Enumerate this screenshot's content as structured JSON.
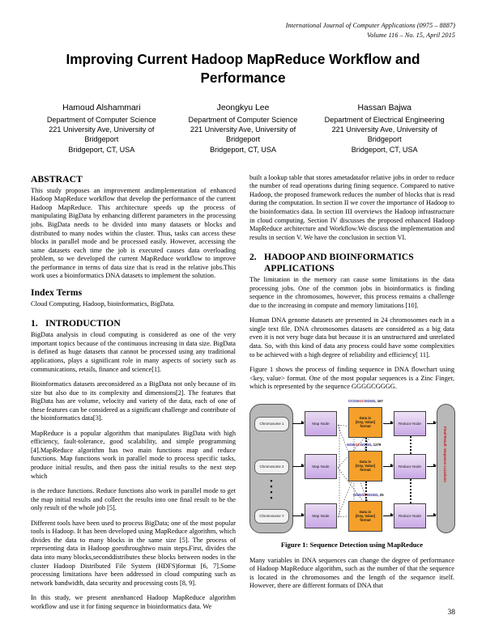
{
  "header": {
    "journal_line1": "International Journal of Computer Applications (0975 – 8887)",
    "journal_line2": "Volume 116 – No. 15, April 2015"
  },
  "title": "Improving Current Hadoop MapReduce Workflow and Performance",
  "authors": [
    {
      "name": "Hamoud Alshammari",
      "line1": "Department of Computer Science",
      "line2": "221 University Ave, University of",
      "line3": "Bridgeport",
      "line4": "Bridgeport, CT, USA"
    },
    {
      "name": "Jeongkyu Lee",
      "line1": "Department of Computer Science",
      "line2": "221 University Ave, University of",
      "line3": "Bridgeport",
      "line4": "Bridgeport, CT, USA"
    },
    {
      "name": "Hassan Bajwa",
      "line1": "Department of Electrical Engineering",
      "line2": "221 University Ave, University of",
      "line3": "Bridgeport",
      "line4": "Bridgeport, CT, USA"
    }
  ],
  "left_column": {
    "abstract_heading": "ABSTRACT",
    "abstract_text": "This study proposes an improvement andimplementation of enhanced Hadoop MapReduce workflow that develop the performance of the current Hadoop MapReduce. This architecture speeds up the process of manipulating BigData by enhancing different parameters in the processing jobs. BigData needs to be divided into many datasets or blocks and distributed to many nodes within the cluster. Thus, tasks can access these blocks in parallel mode and be processed easily. However, accessing the same datasets each time the job is executed causes data overloading problem, so we developed the current MapReduce workflow to improve the performance in terms of data size that is read in the relative jobs.This work uses a bioinformatics DNA datasets to implement the solution.",
    "index_terms_heading": "Index Terms",
    "index_terms_text": "Cloud Computing, Hadoop, bioinformatics, BigData.",
    "intro_number": "1.",
    "intro_heading": "INTRODUCTION",
    "intro_p1": "BigData analysis in cloud computing is considered as one of the very important topics because of the continuous increasing in data size. BigData is defined as huge datasets that cannot be processed using any traditional applications, plays a significant role in many aspects of society such as communications, retails, finance and science[1].",
    "intro_p2": "Bioinformatics datasets areconsidered as a BigData not only because of its size but also due to its complexity and dimensions[2]. The features that BigData has are volume, velocity and variety of the data, each of one of these features can be considered as a significant challenge and contribute of the bioinformatics data[3].",
    "intro_p3": "MapReduce is a popular algorithm that manipulates BigData with high efficiency, fault-tolerance, good scalability, and simple programming [4].MapReduce algorithm has two main functions map and reduce functions. Map functions work in parallel mode to process specific tasks, produce initial results, and then pass the initial results to the next step which",
    "intro_p4": "is the reduce functions. Reduce functions also work in parallel mode to get the map initial results and collect the results into one final result to be the only result of the whole job [5].",
    "intro_p5": "Different tools have been used to process BigData; one of the most popular tools is Hadoop. It has been developed using MapReduce algorithm, which divides the data to many blocks in the same size [5]. The process of representing data in Hadoop goesthroughtwo main steps.First, divides the data into many blocks,seconddistributes these blocks between nodes in the cluster Hadoop Distributed File System (HDFS)format [6, 7].Some processing limitations have been addressed in cloud computing such as network bandwidth, data security and processing costs [8, 9].",
    "intro_p6": "In this study, we present anenhanced Hadoop MapReduce algorithm workflow and use it for fining sequence in bioinformatics data. We"
  },
  "right_column": {
    "p1": "built a lookup table that stores ametadatafor relative jobs in order to reduce the number of read operations during fining sequence. Compared to native Hadoop, the proposed framework reduces the number of blocks that is read during the computation. In section II we cover the importance of Hadoop to the bioinformatics data. In section III overviews the Hadoop infrastructure in cloud computing. Section IV discusses the proposed enhanced Hadoop MapReduce architecture and Workflow.We discuss the implementation and results in section V. We have the conclusion in section VI.",
    "sec2_number": "2.",
    "sec2_heading_line1": "HADOOP AND BIOINFORMATICS",
    "sec2_heading_line2": "APPLICATIONS",
    "sec2_p1": "The limitation in the memory can cause some limitations in the data processing jobs. One of the common jobs in bioinformatics is finding sequence in the chromosomes, however, this process remains a challenge due to the increasing in compute and memory limitations [10].",
    "sec2_p2": "Human DNA genome datasets are presented in 24 chromosomes each in a single text file. DNA chromosomes datasets are considered as a big data even it is not very huge data but because it is an unstructured and unrelated data. So, with this kind of data any process could have some complexities to be achieved with a high degree of reliability and efficiency[ 11].",
    "sec2_p3": "Figure 1 shows the process of finding sequence in DNA flowchart using <key, value> format. One of the most popular sequences is a Zinc Finger, which is represented by the sequence GGGGCGGGG.",
    "sec2_p4": "Many variables in DNA sequences can change the degree of performance of Hadoop MapReduce algorithm, such as the number of that the sequence is located in the chromosomes and the length of the sequence itself. However, there are different formats of DNA that"
  },
  "figure": {
    "caption": "Figure 1: Sequence Detection using MapReduce",
    "chromosome_1": "Chromosome 1",
    "chromosome_2": "Chromosome 2",
    "chromosome_n": "Chromosome Y",
    "map_node_label": "Map Node",
    "reduce_node_label": "Reduce Node",
    "data_box_line1": "Data in",
    "data_box_line2": "[Key, Value]",
    "data_box_line3": "format",
    "seq_top": "CCGGGCGGGG, 167",
    "seq_mid": "GGGGCGGGGG, 1279",
    "seq_bottom": "GGGGCGGGG, 25",
    "output_label": "Final Result: Sequence Locations"
  },
  "page_number": "38"
}
